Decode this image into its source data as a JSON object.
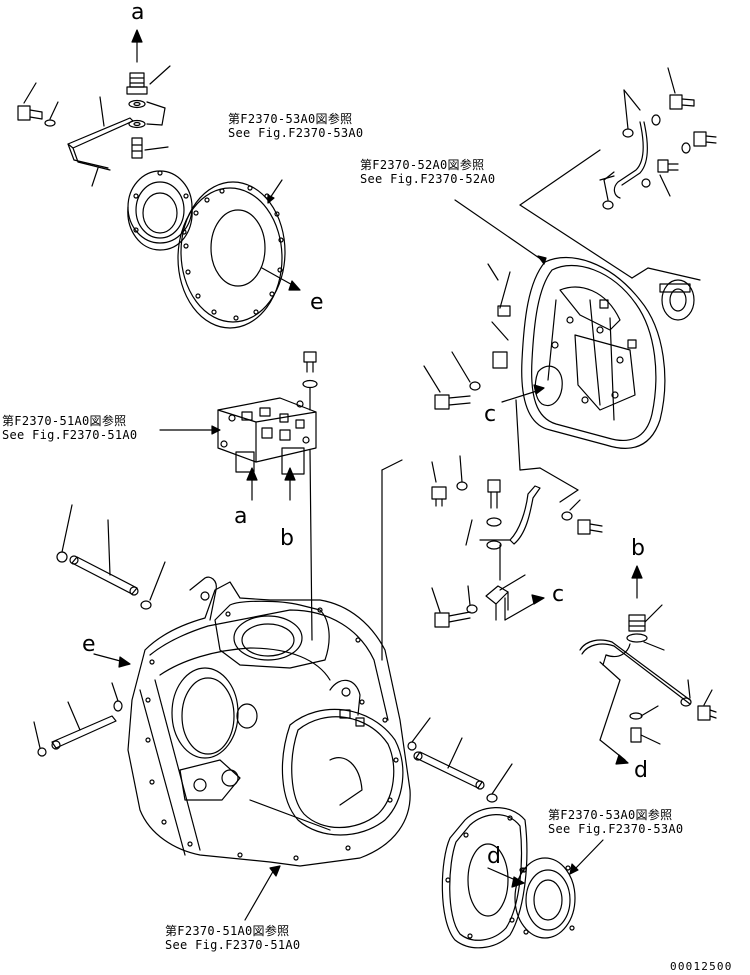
{
  "references": {
    "f53_top": {
      "jp": "第F2370-53A0図参照",
      "en": "See Fig.F2370-53A0"
    },
    "f52": {
      "jp": "第F2370-52A0図参照",
      "en": "See Fig.F2370-52A0"
    },
    "f51_mid": {
      "jp": "第F2370-51A0図参照",
      "en": "See Fig.F2370-51A0"
    },
    "f53_bottom": {
      "jp": "第F2370-53A0図参照",
      "en": "See Fig.F2370-53A0"
    },
    "f51_bottom": {
      "jp": "第F2370-51A0図参照",
      "en": "See Fig.F2370-51A0"
    }
  },
  "letters": {
    "a_top": "a",
    "a_mid": "a",
    "b_mid": "b",
    "b_right": "b",
    "c_housing": "c",
    "c_right": "c",
    "d_right": "d",
    "d_bottom": "d",
    "e_plate": "e",
    "e_left": "e"
  },
  "document_number": "00012500"
}
